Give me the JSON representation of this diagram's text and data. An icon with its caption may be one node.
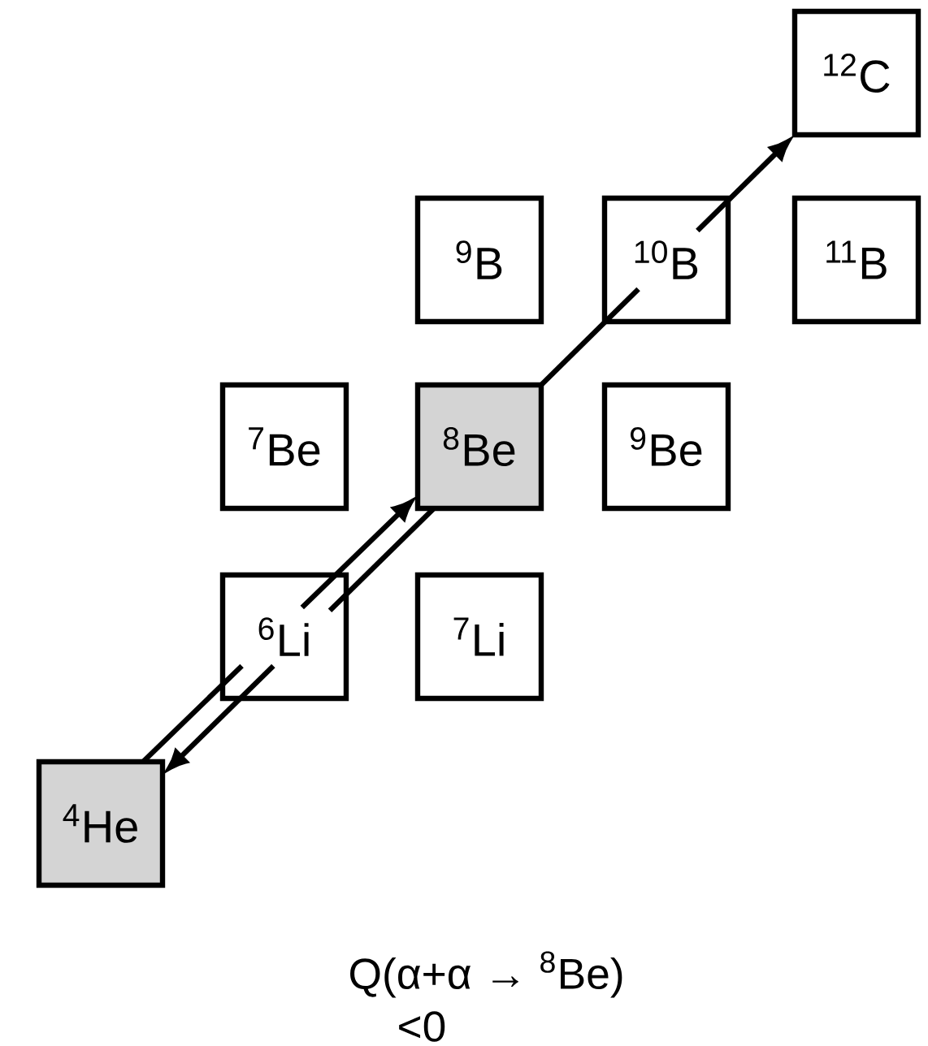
{
  "diagram": {
    "nodes": [
      {
        "text": [
          "$^{12}$C"
        ]
      },
      {
        "text": [
          "$^{9}$B"
        ]
      },
      {
        "text": [
          "$^{10}$B"
        ]
      },
      {
        "text": [
          "$^{11}$B"
        ]
      },
      {
        "text": [
          "$^{7}$Be"
        ]
      },
      {
        "text": [
          "$^{8}$Be"
        ]
      },
      {
        "text": [
          "$^{9}$Be"
        ]
      },
      {
        "text": [
          "$^{6}$Li"
        ]
      },
      {
        "text": [
          "$^{7}$Li"
        ]
      },
      {
        "text": [
          "$^{4}$He"
        ]
      }
    ],
    "edges": [
      {
        "from": 9,
        "to": 7,
        "arrow": "none"
      },
      {
        "from": 7,
        "to": 5,
        "arrow": "to"
      },
      {
        "from": 5,
        "to": 7,
        "arrow": "none"
      },
      {
        "from": 7,
        "to": 9,
        "arrow": "to"
      },
      {
        "from": 5,
        "to": 2,
        "arrow": "none"
      },
      {
        "from": 2,
        "to": 0,
        "arrow": "to"
      }
    ],
    "labels": [
      "Q(α+α → $^{8}$Be)",
      "<0"
    ]
  }
}
